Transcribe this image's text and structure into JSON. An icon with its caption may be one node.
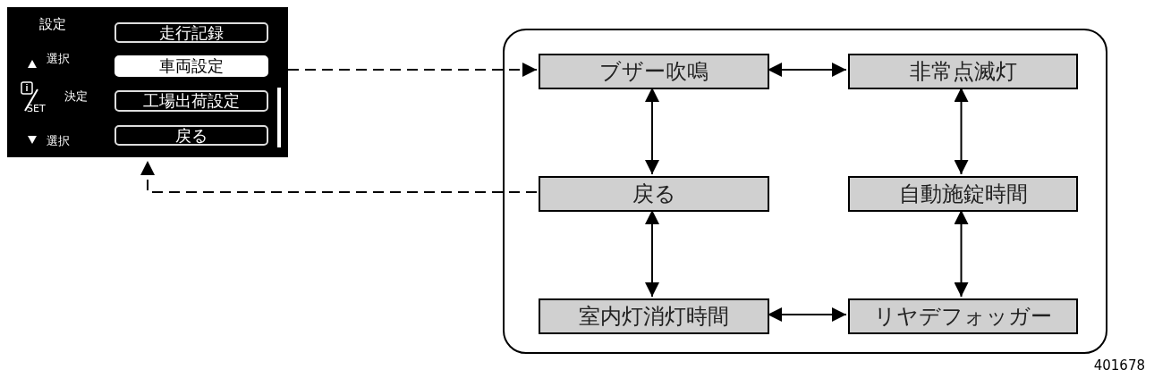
{
  "diagram": {
    "nodes": [
      {
        "text": [
          "設定",
          "選択",
          "SET",
          "決定",
          "選択"
        ]
      },
      {
        "text": [
          "走行記録"
        ],
        "in": 0
      },
      {
        "text": [
          "車両設定"
        ],
        "in": 0
      },
      {
        "text": [
          "工場出荷設定"
        ],
        "in": 0
      },
      {
        "text": [
          "戻る"
        ],
        "in": 0
      },
      {
        "text": [],
        "shape": "box"
      },
      {
        "text": [
          "ブザー吹鳴"
        ],
        "in": 5
      },
      {
        "text": [
          "非常点滅灯"
        ],
        "in": 5
      },
      {
        "text": [
          "戻る"
        ],
        "in": 5
      },
      {
        "text": [
          "自動施錠時間"
        ],
        "in": 5
      },
      {
        "text": [
          "室内灯消灯時間"
        ],
        "in": 5
      },
      {
        "text": [
          "リヤデフォッガー"
        ],
        "in": 5
      }
    ],
    "edges": [
      {
        "from": 2,
        "to": 6,
        "arrow": "to",
        "style": "dashed"
      },
      {
        "from": 8,
        "to": 0,
        "arrow": "to",
        "style": "dashed"
      },
      {
        "from": 6,
        "to": 7,
        "arrow": "both"
      },
      {
        "from": 6,
        "to": 8,
        "arrow": "both"
      },
      {
        "from": 7,
        "to": 9,
        "arrow": "both"
      },
      {
        "from": 8,
        "to": 10,
        "arrow": "both"
      },
      {
        "from": 9,
        "to": 11,
        "arrow": "both"
      },
      {
        "from": 10,
        "to": 11,
        "arrow": "both"
      }
    ],
    "labels": [
      "401678"
    ]
  }
}
